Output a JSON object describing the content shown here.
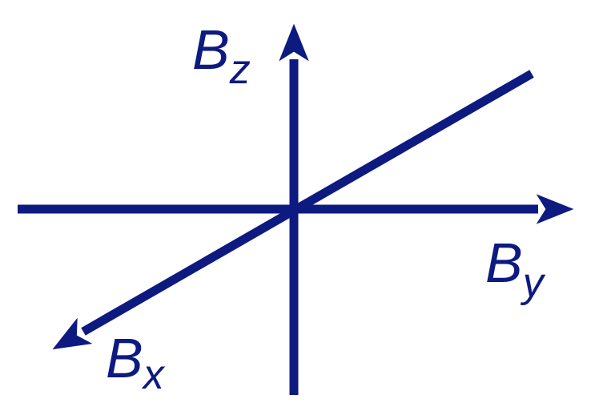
{
  "colors": {
    "axis": "#0d1a80",
    "background": "#ffffff"
  },
  "axes": {
    "z": {
      "base": "B",
      "subscript": "z"
    },
    "y": {
      "base": "B",
      "subscript": "y"
    },
    "x": {
      "base": "B",
      "subscript": "x"
    }
  }
}
